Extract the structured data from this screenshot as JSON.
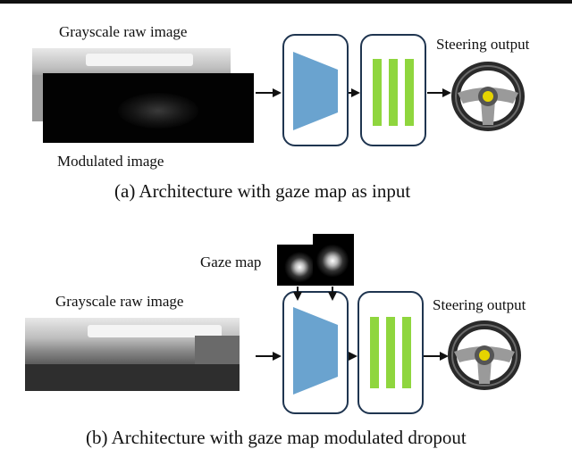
{
  "panel_a": {
    "raw_label": "Grayscale raw image",
    "modulated_label": "Modulated image",
    "output_label": "Steering output",
    "caption": "(a)  Architecture with gaze map as input"
  },
  "panel_b": {
    "gaze_label": "Gaze map",
    "raw_label": "Grayscale raw image",
    "output_label": "Steering output",
    "caption": "(b)  Architecture with gaze map modulated dropout"
  },
  "colors": {
    "encoder": "#6aa3cf",
    "dense": "#8fd63e",
    "box_border": "#1f3550"
  }
}
